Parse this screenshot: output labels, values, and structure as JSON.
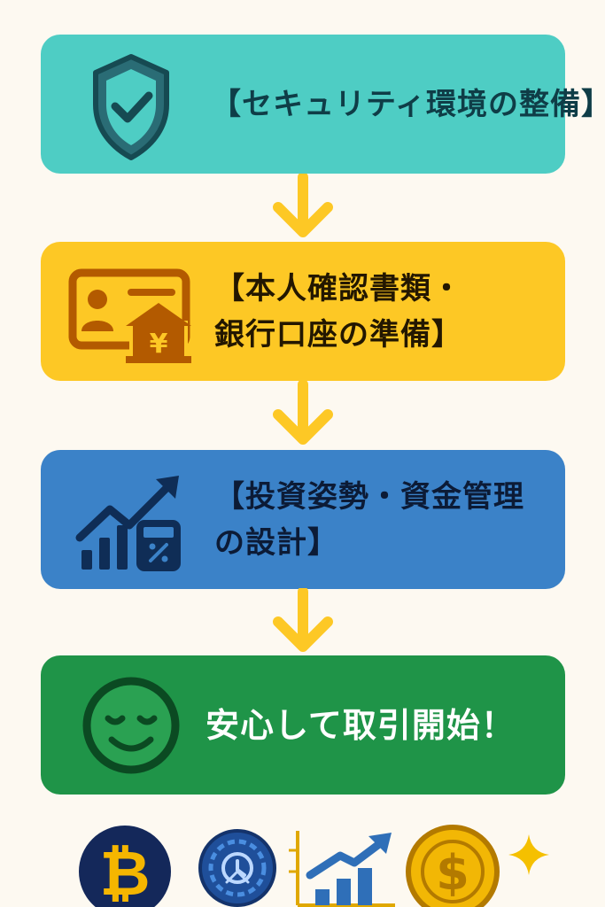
{
  "steps": [
    {
      "id": "security",
      "label_lines": [
        "【セキュリティ環境の整備】"
      ],
      "icon": "shield-check-icon",
      "color": "#4ecdc4"
    },
    {
      "id": "documents",
      "label_lines": [
        "【本人確認書類・",
        "銀行口座の準備】"
      ],
      "icon": "id-card-bank-icon",
      "color": "#fdc825"
    },
    {
      "id": "planning",
      "label_lines": [
        "【投資姿勢・資金管理",
        "の設計】"
      ],
      "icon": "growth-chart-calculator-icon",
      "color": "#3b82c8"
    },
    {
      "id": "start",
      "label_lines": [
        "安心して取引開始！"
      ],
      "icon": "smiley-face-icon",
      "color": "#1f9448"
    }
  ],
  "arrows": [
    "down-arrow-icon",
    "down-arrow-icon",
    "down-arrow-icon"
  ],
  "arrow_color": "#fdc825",
  "bottom_icons": [
    "bitcoin-coin-icon",
    "crypto-token-icon",
    "rising-chart-icon",
    "dollar-coin-icon",
    "sparkle-icon"
  ],
  "colors": {
    "background": "#fdf9f1",
    "bitcoin_coin": "#14285a",
    "bitcoin_symbol": "#f5b600",
    "dollar_coin": "#f2b705"
  }
}
